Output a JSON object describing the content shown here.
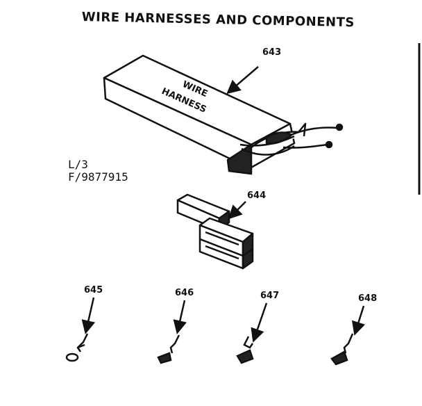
{
  "title": "WIRE HARNESSES AND COMPONENTS",
  "reference": {
    "line1": "L/3",
    "line2": "F/9877915"
  },
  "parts": {
    "harness_box": {
      "number": "643",
      "box_text_line1": "WIRE",
      "box_text_line2": "HARNESS"
    },
    "connector_block": {
      "number": "644"
    },
    "terminal_645": {
      "number": "645"
    },
    "terminal_646": {
      "number": "646"
    },
    "terminal_647": {
      "number": "647"
    },
    "terminal_648": {
      "number": "648"
    }
  }
}
